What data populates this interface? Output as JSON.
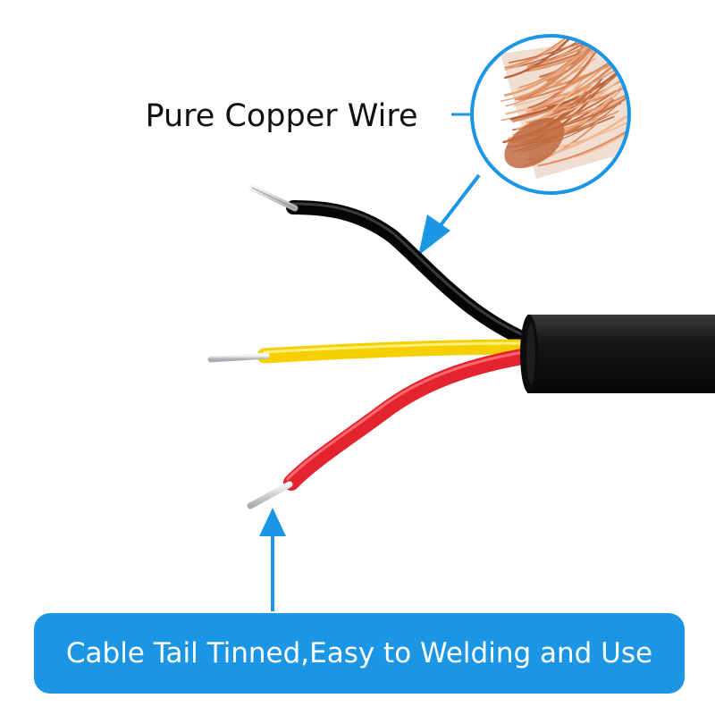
{
  "labels": {
    "heading": "Pure Copper Wire",
    "banner": "Cable Tail Tinned,Easy to Welding and Use"
  },
  "colors": {
    "accent_blue": "#1a96e4",
    "sheath_black": "#111111",
    "wire_black": "#141414",
    "wire_yellow": "#f5cf00",
    "wire_red": "#e5232e",
    "copper": "#d98b5f",
    "tinned_tip": "#dfe1e3"
  },
  "icons": {
    "magnifier": "copper-strands-closeup",
    "pointer_top": "arrow-down-left-icon",
    "pointer_bottom": "arrow-up-icon"
  }
}
